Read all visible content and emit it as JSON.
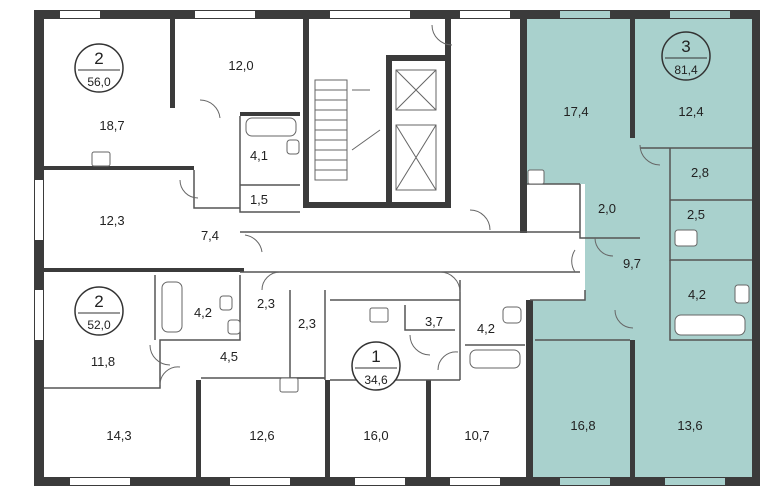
{
  "colors": {
    "wall": "#3b3b3b",
    "highlight": "#a9d1cd",
    "background": "#ffffff",
    "accent_wall": "#2a7a6a"
  },
  "apartments": [
    {
      "id": "apt-2-top",
      "rooms": "2",
      "area": "56,0"
    },
    {
      "id": "apt-2-mid",
      "rooms": "2",
      "area": "52,0"
    },
    {
      "id": "apt-1",
      "rooms": "1",
      "area": "34,6"
    },
    {
      "id": "apt-3",
      "rooms": "3",
      "area": "81,4"
    }
  ],
  "rooms": [
    "18,7",
    "12,0",
    "4,1",
    "1,5",
    "12,3",
    "7,4",
    "4,2",
    "2,3",
    "2,3",
    "11,8",
    "4,5",
    "14,3",
    "12,6",
    "3,7",
    "4,2",
    "16,0",
    "10,7",
    "17,4",
    "12,4",
    "2,8",
    "2,0",
    "2,5",
    "9,7",
    "4,2",
    "16,8",
    "13,6"
  ]
}
